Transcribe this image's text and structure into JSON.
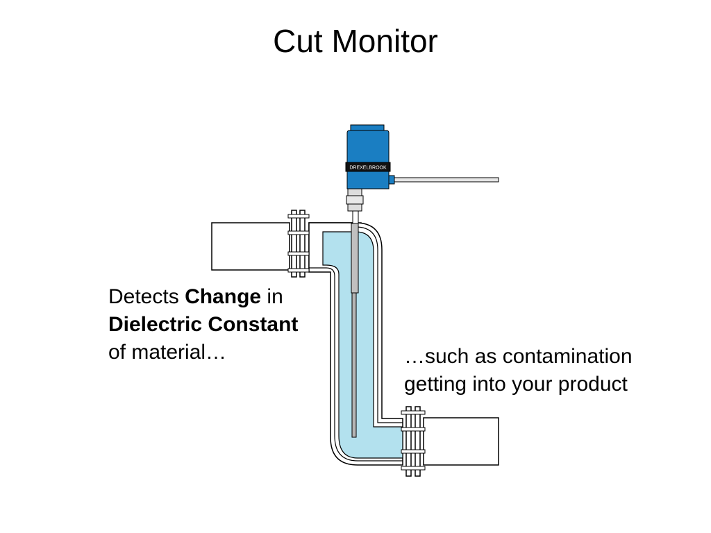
{
  "title": "Cut Monitor",
  "device": {
    "brand_label": "DREXELBROOK",
    "housing_color": "#1a7ec2",
    "fluid_color": "#b3e1ee"
  },
  "caption_left": {
    "line1_prefix": "Detects",
    "line1_bold": "Change",
    "line1_suffix": "in",
    "line2_bold": "Dielectric Constant",
    "line3": "of material…"
  },
  "caption_right": {
    "line1": "…such as contamination",
    "line2": "getting into your product"
  }
}
